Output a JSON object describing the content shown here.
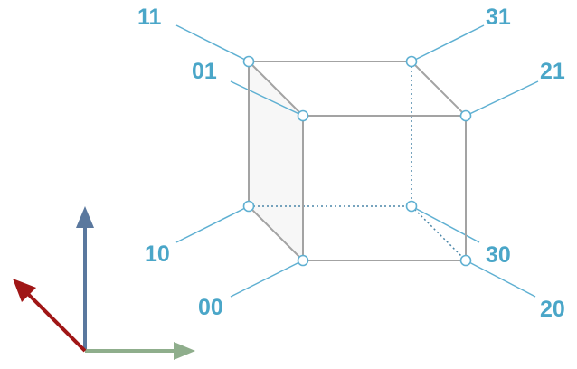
{
  "colors": {
    "label": "#4aa6c8",
    "edge": "#a3a3a3",
    "leader": "#5fb0d2",
    "node": "#5fb0d2",
    "face": "#f7f7f7",
    "axis_up": "#5a789e",
    "axis_right": "#8fae8c",
    "axis_diag": "#a01616"
  },
  "vertices": {
    "v11": "11",
    "v01": "01",
    "v31": "31",
    "v21": "21",
    "v10": "10",
    "v00": "00",
    "v30": "30",
    "v20": "20"
  },
  "edges": {
    "hidden_style": "dotted",
    "visible_style": "solid"
  },
  "axes": [
    "up-arrow",
    "right-arrow",
    "diagonal-arrow"
  ]
}
